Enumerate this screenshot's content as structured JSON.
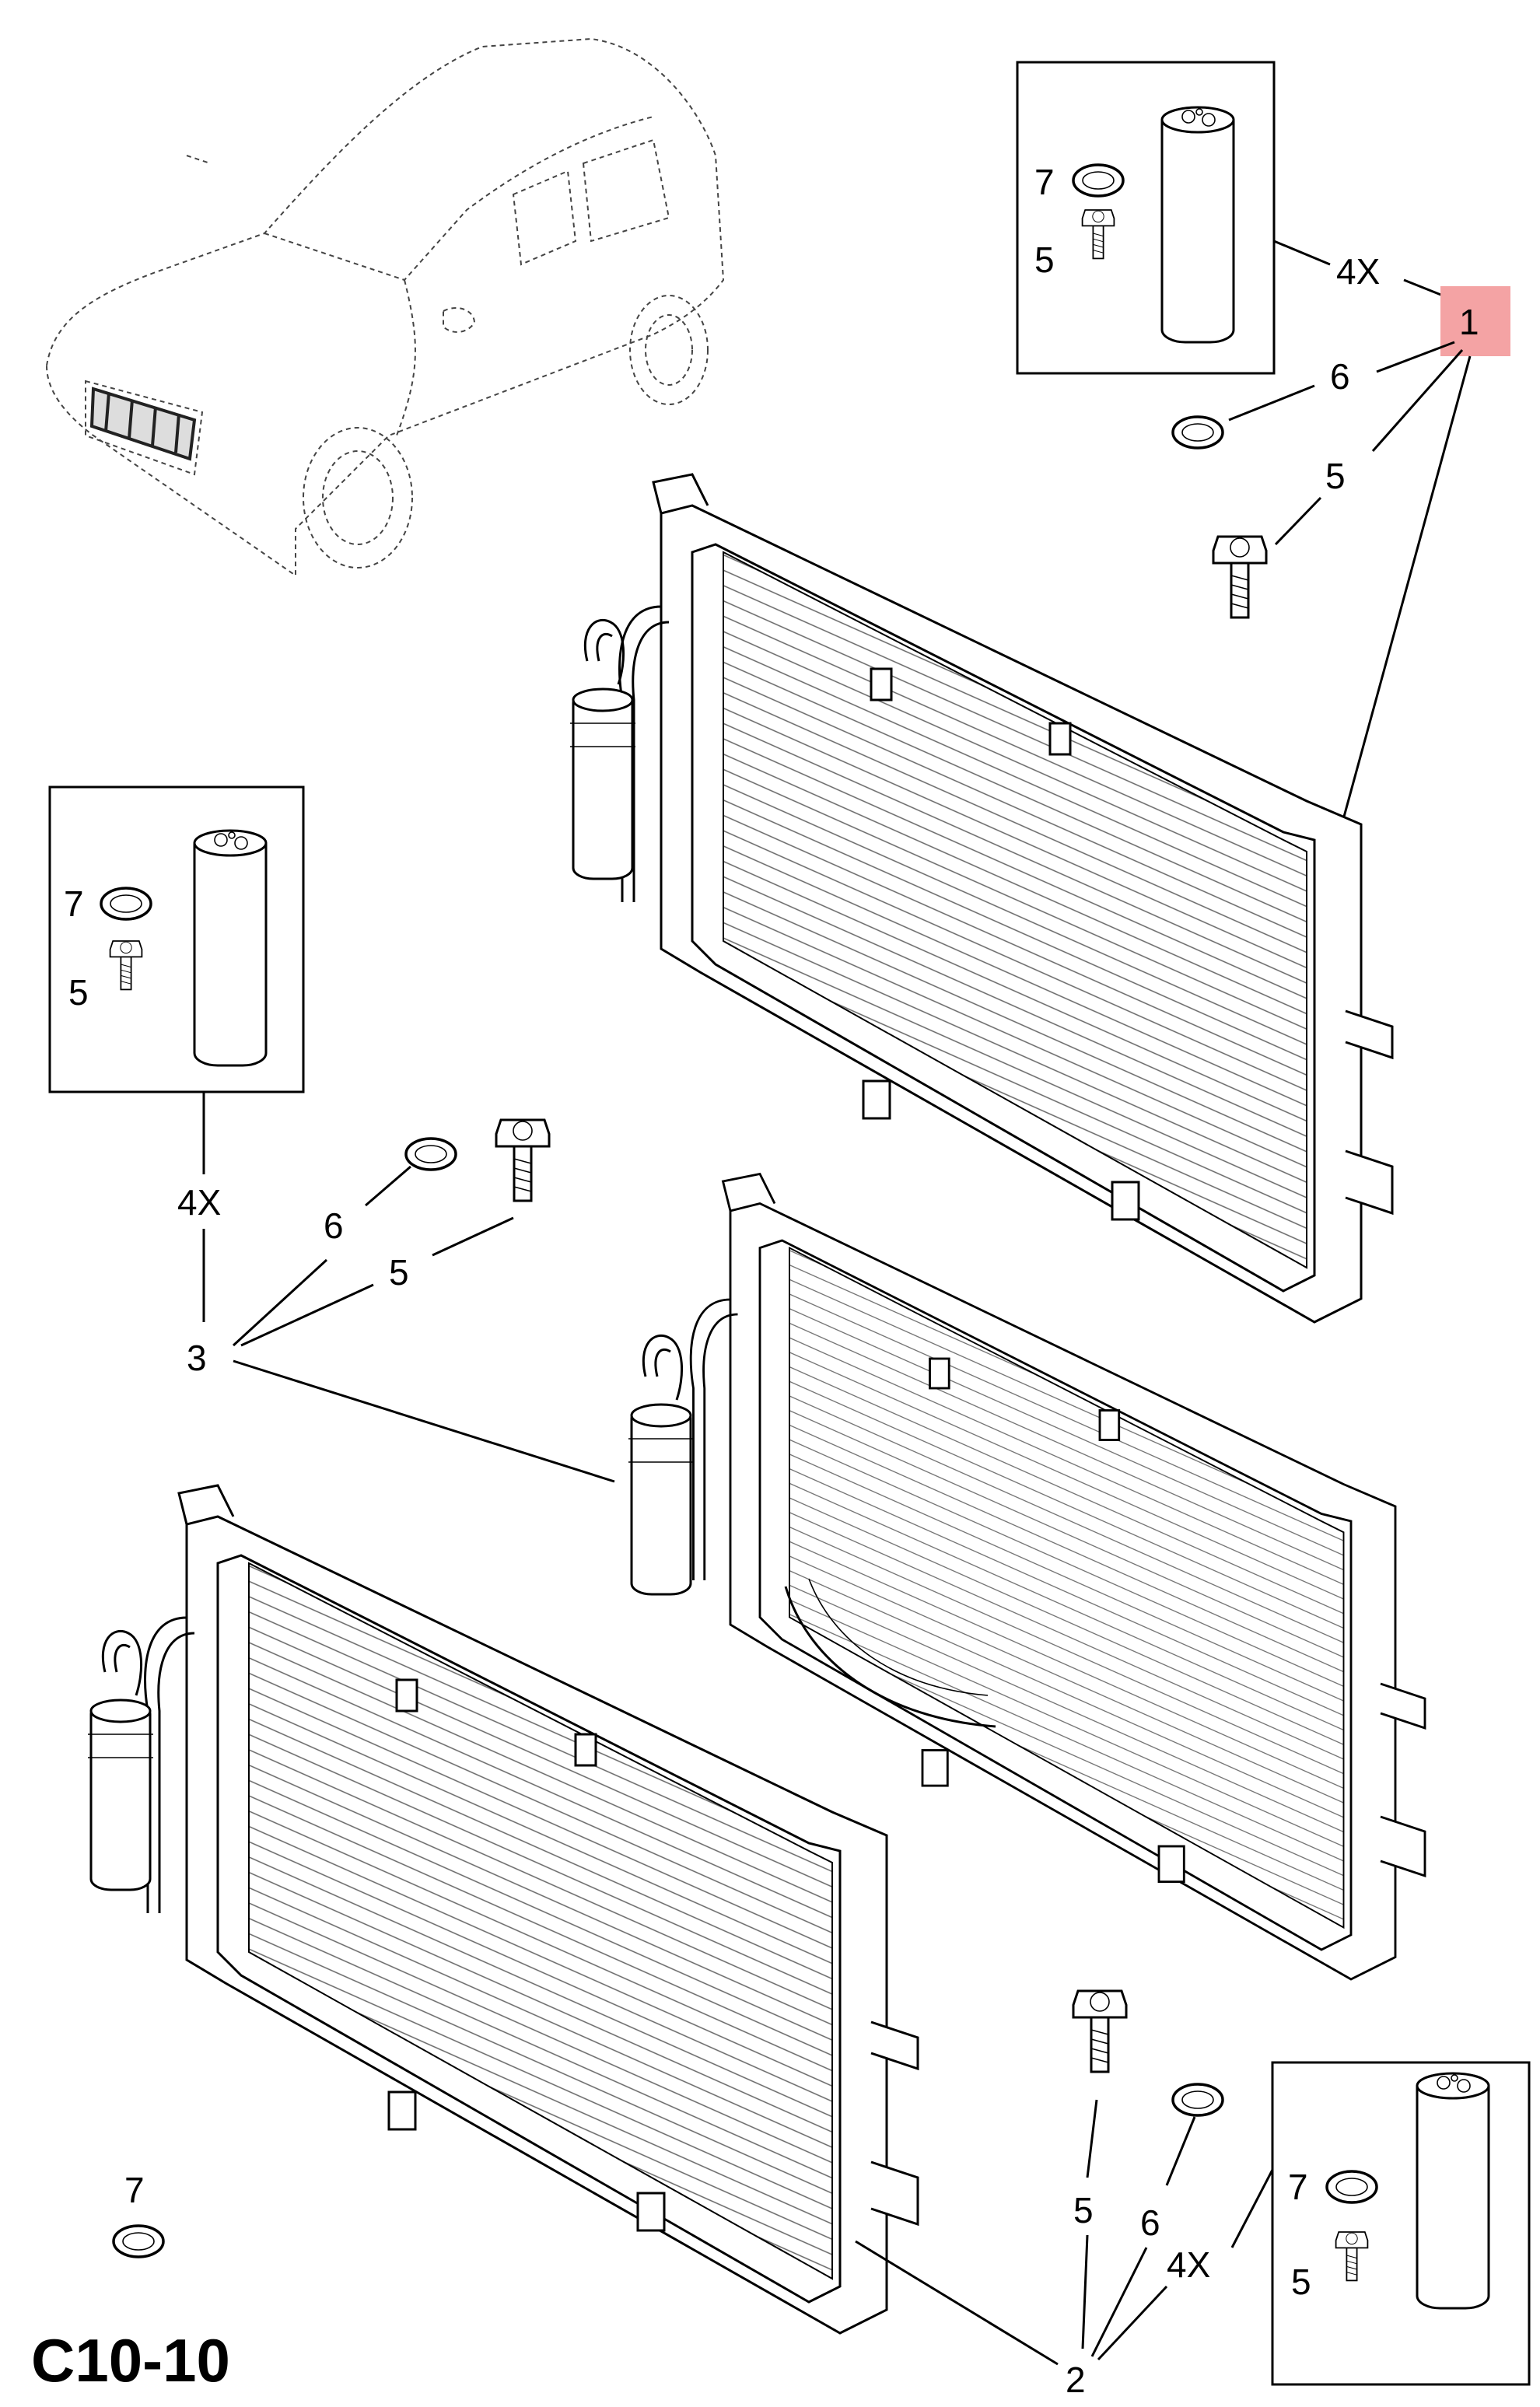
{
  "diagram": {
    "code": "C10-10",
    "highlight_color": "#f4a3a4",
    "callouts": {
      "top_box": {
        "seal": "7",
        "bolt": "5",
        "qty": "4X"
      },
      "top_group": {
        "main": "1",
        "seal": "6",
        "bolt": "5"
      },
      "left_box": {
        "seal": "7",
        "bolt": "5",
        "qty": "4X"
      },
      "mid_group": {
        "main": "3",
        "seal": "6",
        "bolt": "5"
      },
      "loose_seal": "7",
      "bottom_group": {
        "main": "2",
        "bolt": "5",
        "seal": "6",
        "qty": "4X"
      },
      "right_box": {
        "seal": "7",
        "bolt": "5"
      }
    },
    "icons": [
      "vehicle-outline-icon",
      "condenser-icon",
      "receiver-drier-icon",
      "bolt-icon",
      "o-ring-icon"
    ]
  }
}
